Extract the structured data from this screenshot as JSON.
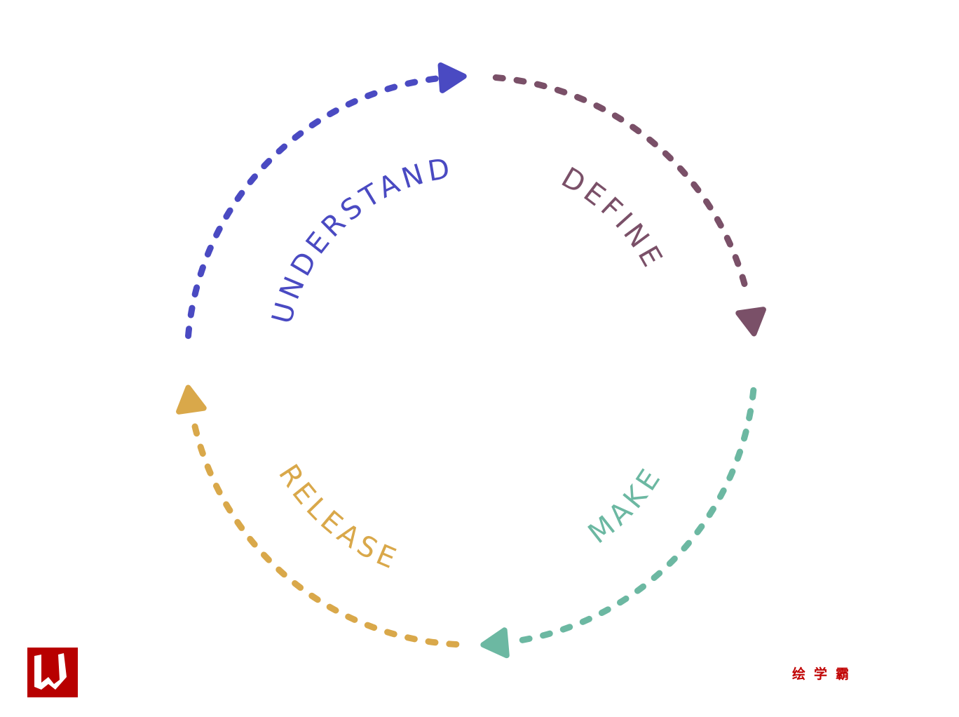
{
  "diagram": {
    "type": "cycle",
    "stages": [
      {
        "label": "UNDERSTAND",
        "color": "#4a4ac2"
      },
      {
        "label": "DEFINE",
        "color": "#7a5068"
      },
      {
        "label": "MAKE",
        "color": "#6cb8a2"
      },
      {
        "label": "RELEASE",
        "color": "#d9a84a"
      }
    ]
  },
  "watermark": {
    "text": "绘学霸",
    "color": "#c00000"
  },
  "logo": {
    "letter": "W",
    "color": "#b80000"
  }
}
